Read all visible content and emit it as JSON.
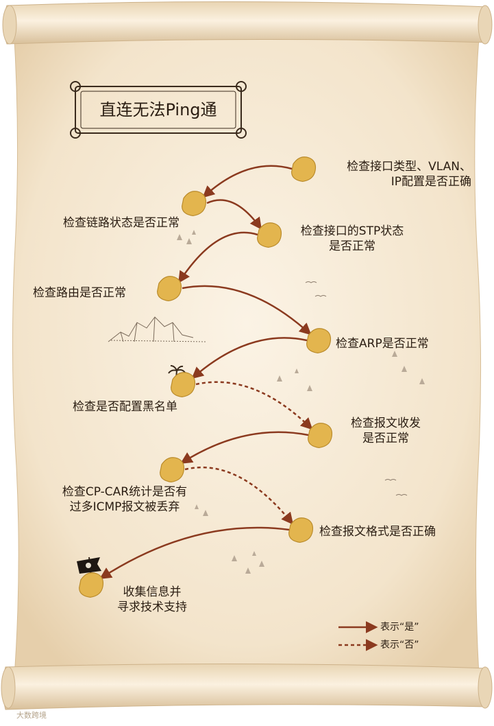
{
  "title": "直连无法Ping通",
  "steps": [
    {
      "id": "s1",
      "text": "检查接口类型、VLAN、\nIP配置是否正确"
    },
    {
      "id": "s2",
      "text": "检查链路状态是否正常"
    },
    {
      "id": "s3",
      "text": "检查接口的STP状态\n是否正常"
    },
    {
      "id": "s4",
      "text": "检查路由是否正常"
    },
    {
      "id": "s5",
      "text": "检查ARP是否正常"
    },
    {
      "id": "s6",
      "text": "检查是否配置黑名单"
    },
    {
      "id": "s7",
      "text": "检查报文收发\n是否正常"
    },
    {
      "id": "s8",
      "text": "检查CP-CAR统计是否有\n过多ICMP报文被丢弃"
    },
    {
      "id": "s9",
      "text": "检查报文格式是否正确"
    },
    {
      "id": "s10",
      "text": "收集信息并\n寻求技术支持"
    }
  ],
  "edges": [
    {
      "from": "s1",
      "to": "s2",
      "kind": "yes"
    },
    {
      "from": "s2",
      "to": "s3",
      "kind": "yes"
    },
    {
      "from": "s3",
      "to": "s4",
      "kind": "yes"
    },
    {
      "from": "s4",
      "to": "s5",
      "kind": "yes"
    },
    {
      "from": "s5",
      "to": "s6",
      "kind": "yes"
    },
    {
      "from": "s6",
      "to": "s7",
      "kind": "no"
    },
    {
      "from": "s7",
      "to": "s8",
      "kind": "yes"
    },
    {
      "from": "s8",
      "to": "s9",
      "kind": "no"
    },
    {
      "from": "s9",
      "to": "s10",
      "kind": "yes"
    }
  ],
  "legend": {
    "yes": "表示“是”",
    "no": "表示“否”"
  },
  "watermark": "大数跨境",
  "colors": {
    "arrow": "#8b3a1f",
    "parchment": "#f6ead6",
    "island": "#e3b54e",
    "text": "#2a1d12"
  }
}
